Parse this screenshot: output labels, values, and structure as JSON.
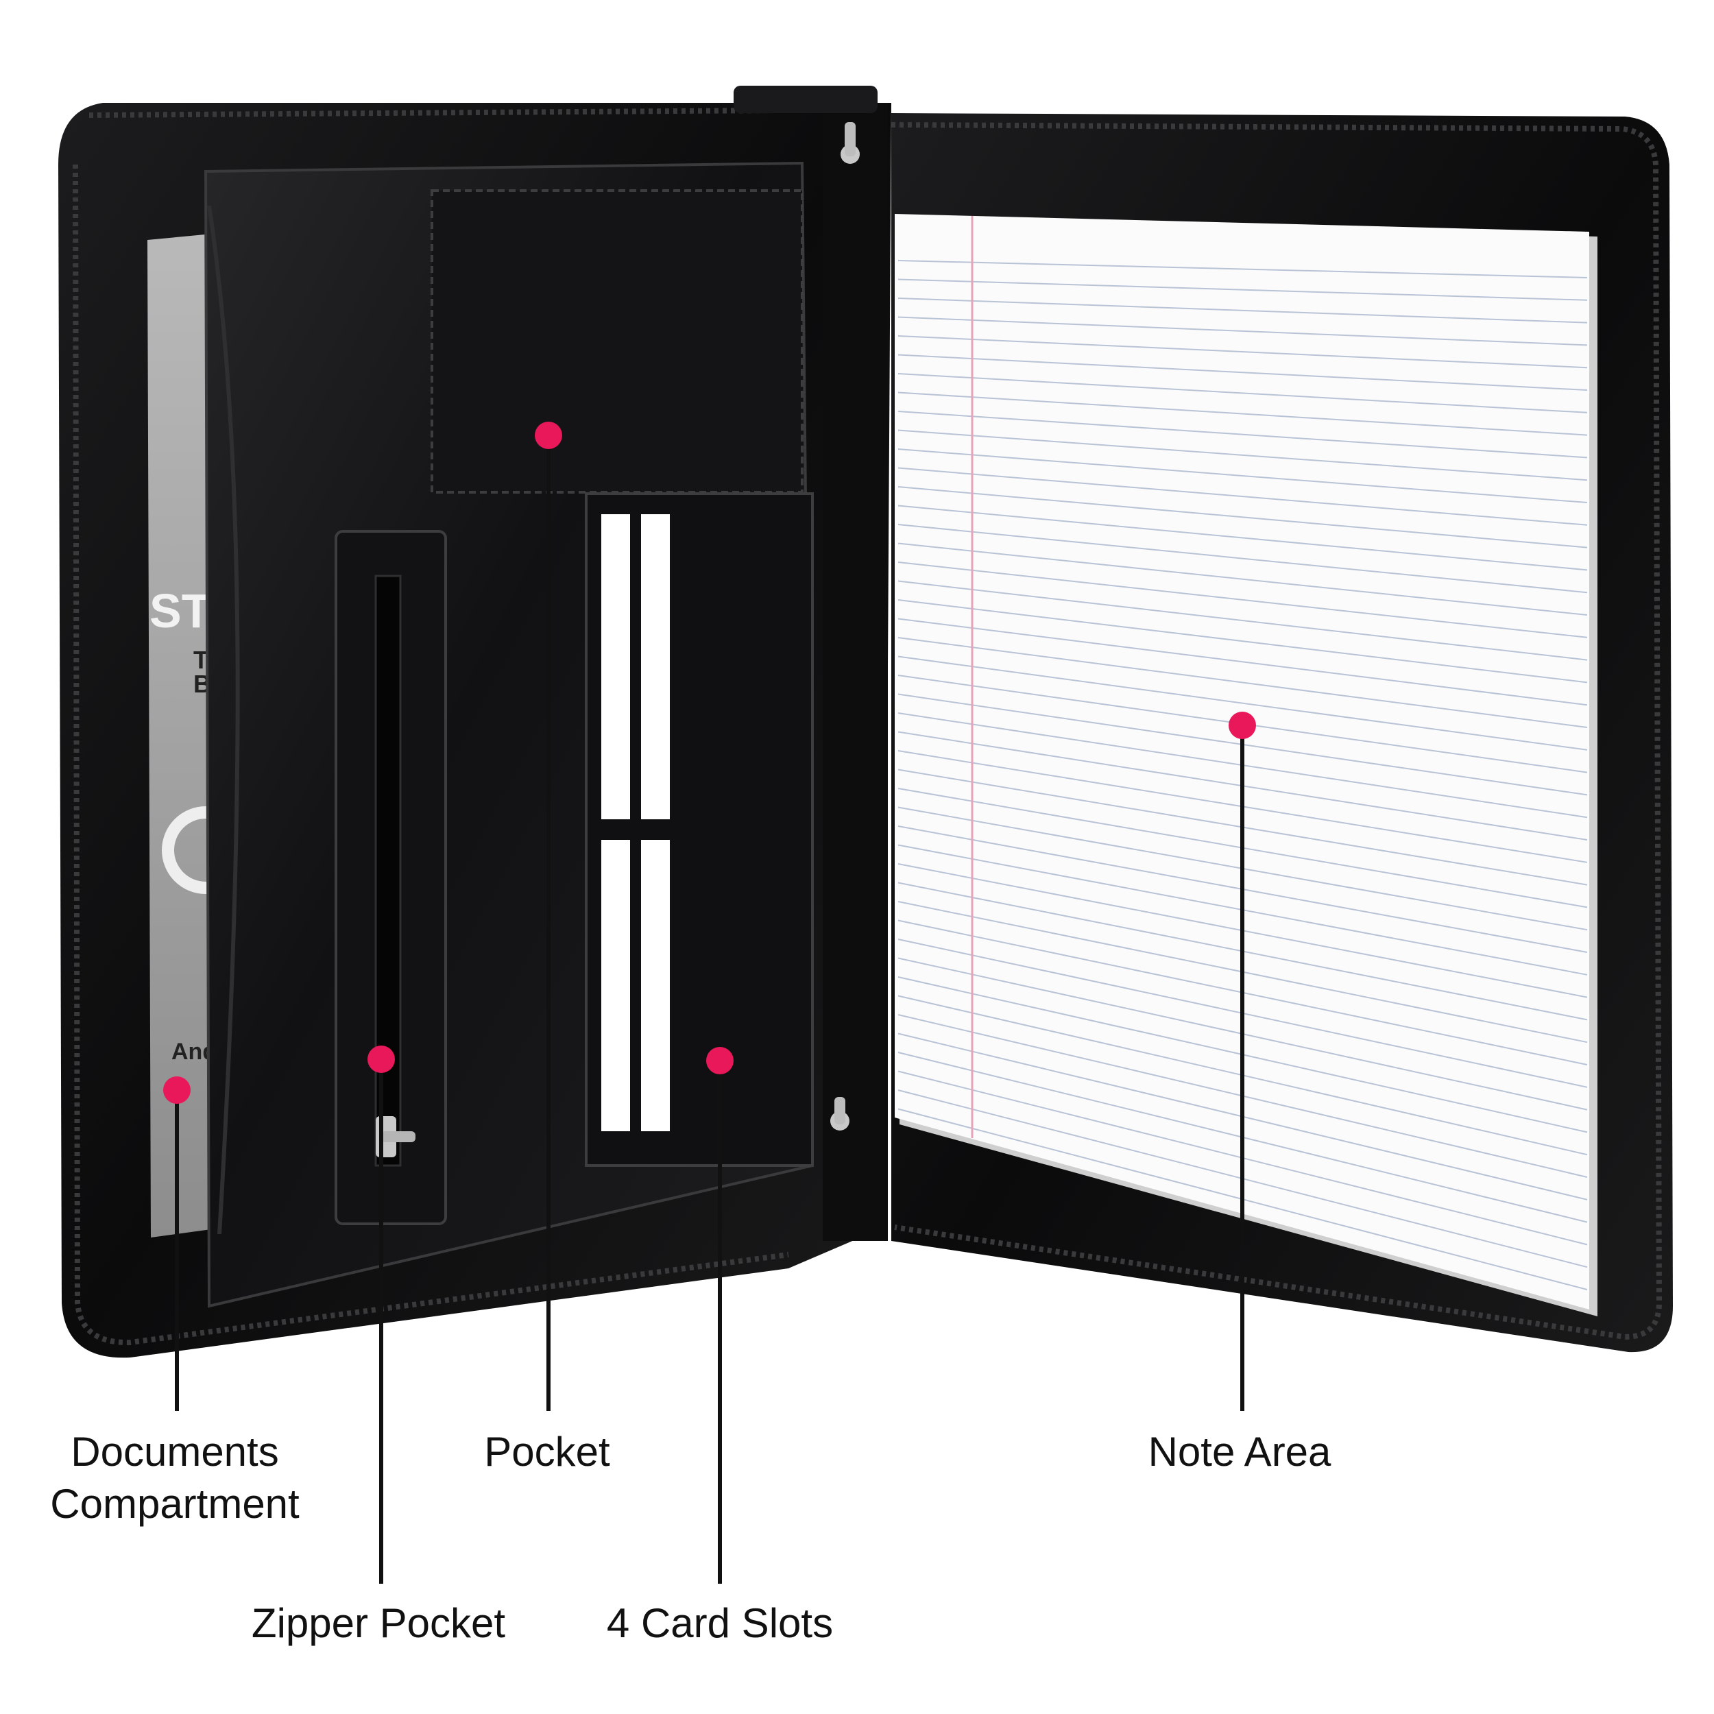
{
  "colors": {
    "leather": "#0e0e0f",
    "leather_highlight": "#2b2b2d",
    "paper": "#fbfbfb",
    "rule_line": "#b9c3d6",
    "margin_line": "#e7a3b8",
    "marker": "#e8185a",
    "leader": "#111111",
    "zipper_pull": "#c9c9c9"
  },
  "icons": {
    "marker": "filled-circle",
    "zipper_pull": "metal-zipper-pull"
  },
  "magazine": {
    "title_fragment": "STAR",
    "line_1": "The",
    "line_2": "Brai",
    "bottom_fragment": "And"
  },
  "callouts": [
    {
      "id": "documents-compartment",
      "label_lines": [
        "Documents",
        "Compartment"
      ]
    },
    {
      "id": "zipper-pocket",
      "label_lines": [
        "Zipper Pocket"
      ]
    },
    {
      "id": "pocket",
      "label_lines": [
        "Pocket"
      ]
    },
    {
      "id": "card-slots",
      "label_lines": [
        "4 Card Slots"
      ]
    },
    {
      "id": "note-area",
      "label_lines": [
        "Note Area"
      ]
    }
  ]
}
